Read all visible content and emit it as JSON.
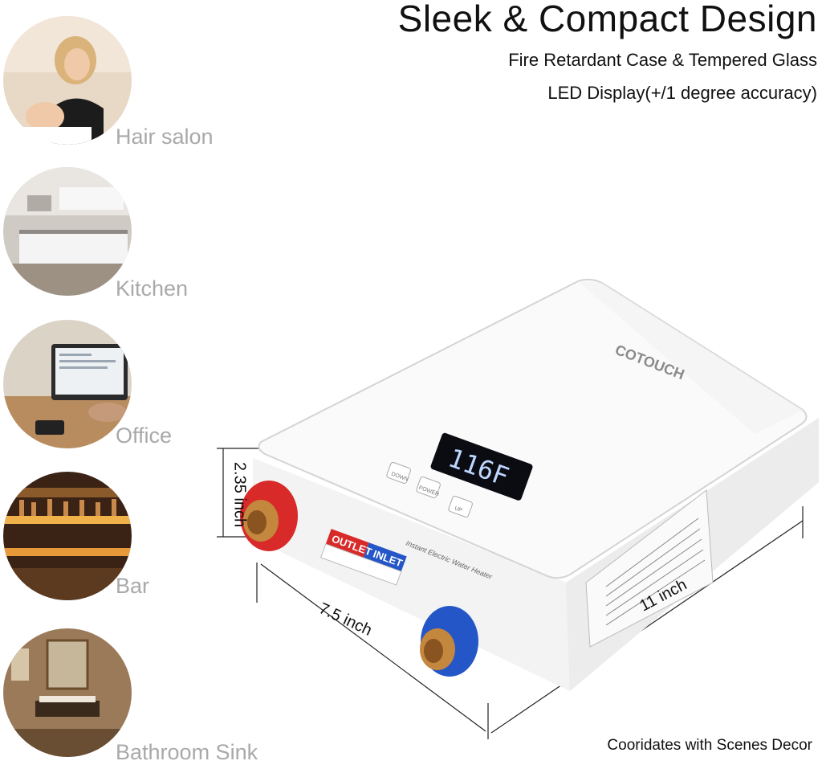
{
  "header": {
    "title": "Sleek & Compact Design",
    "feature1": "Fire Retardant Case & Tempered Glass",
    "feature2": "LED Display(+/1 degree accuracy)"
  },
  "scenes": [
    {
      "label": "Hair salon"
    },
    {
      "label": "Kitchen"
    },
    {
      "label": "Office"
    },
    {
      "label": "Bar"
    },
    {
      "label": "Bathroom Sink"
    }
  ],
  "product": {
    "brand": "COTOUCH",
    "display": "116F",
    "buttons": {
      "down": "DOWN",
      "power": "POWER",
      "up": "UP"
    },
    "outlet": "OUTLET",
    "inlet": "INLET",
    "side_text": "Instant Electric Water Heater",
    "colors": {
      "outlet": "#d92a2a",
      "inlet": "#2456c8",
      "display_digits": "#bcd7ff"
    }
  },
  "dimensions": {
    "height": "2.35 inch",
    "width": "7.5 inch",
    "length": "11 inch"
  },
  "footer": "Cooridates with Scenes Decor"
}
